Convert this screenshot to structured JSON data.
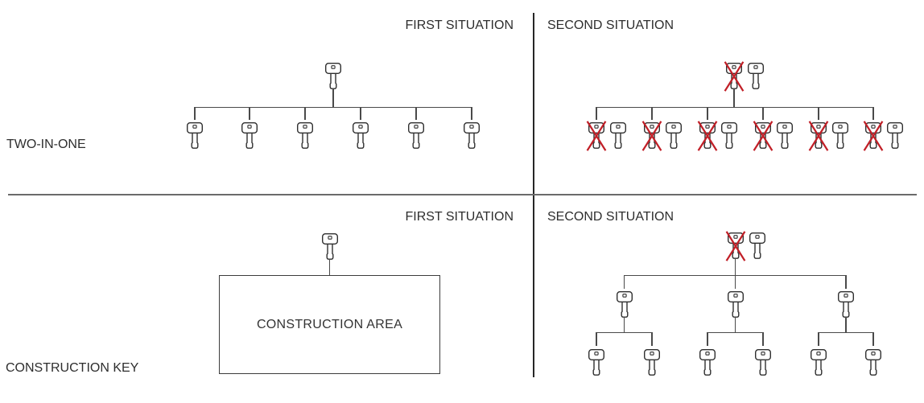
{
  "labels": {
    "row_two_in_one": "TWO-IN-ONE",
    "row_construction_key": "CONSTRUCTION KEY",
    "first_situation": "FIRST SITUATION",
    "second_situation": "SECOND SITUATION",
    "construction_area": "CONSTRUCTION AREA"
  },
  "colors": {
    "cross_red": "#c11f27",
    "connector_line": "#4a4a4a",
    "key_outline": "#2f2f2f",
    "text": "#2e2e2e",
    "divider_vertical": "#262626",
    "divider_horizontal": "#6a6a6a"
  },
  "diagram": {
    "type": "key-hierarchy",
    "rows": [
      {
        "label": "TWO-IN-ONE",
        "first_situation": {
          "description": "one master key connected above 6 child keys",
          "root_keys": 1,
          "child_keys": 6,
          "revoked_keys": 0
        },
        "second_situation": {
          "description": "revoked master key (red cross) with replacement key above 6 child pairs, each pair = revoked key (red cross) + replacement key",
          "root_pairs": 1,
          "child_pairs": 6,
          "revoked_keys": 7
        }
      },
      {
        "label": "CONSTRUCTION KEY",
        "first_situation": {
          "description": "one key connected above a box labeled CONSTRUCTION AREA",
          "root_keys": 1,
          "box_label": "CONSTRUCTION AREA"
        },
        "second_situation": {
          "description": "revoked key (red cross) with replacement key above 3 mid-level keys, each connected above 2 leaf keys",
          "root_pairs": 1,
          "mid_keys": 3,
          "leaf_keys": 6,
          "revoked_keys": 1
        }
      }
    ]
  }
}
